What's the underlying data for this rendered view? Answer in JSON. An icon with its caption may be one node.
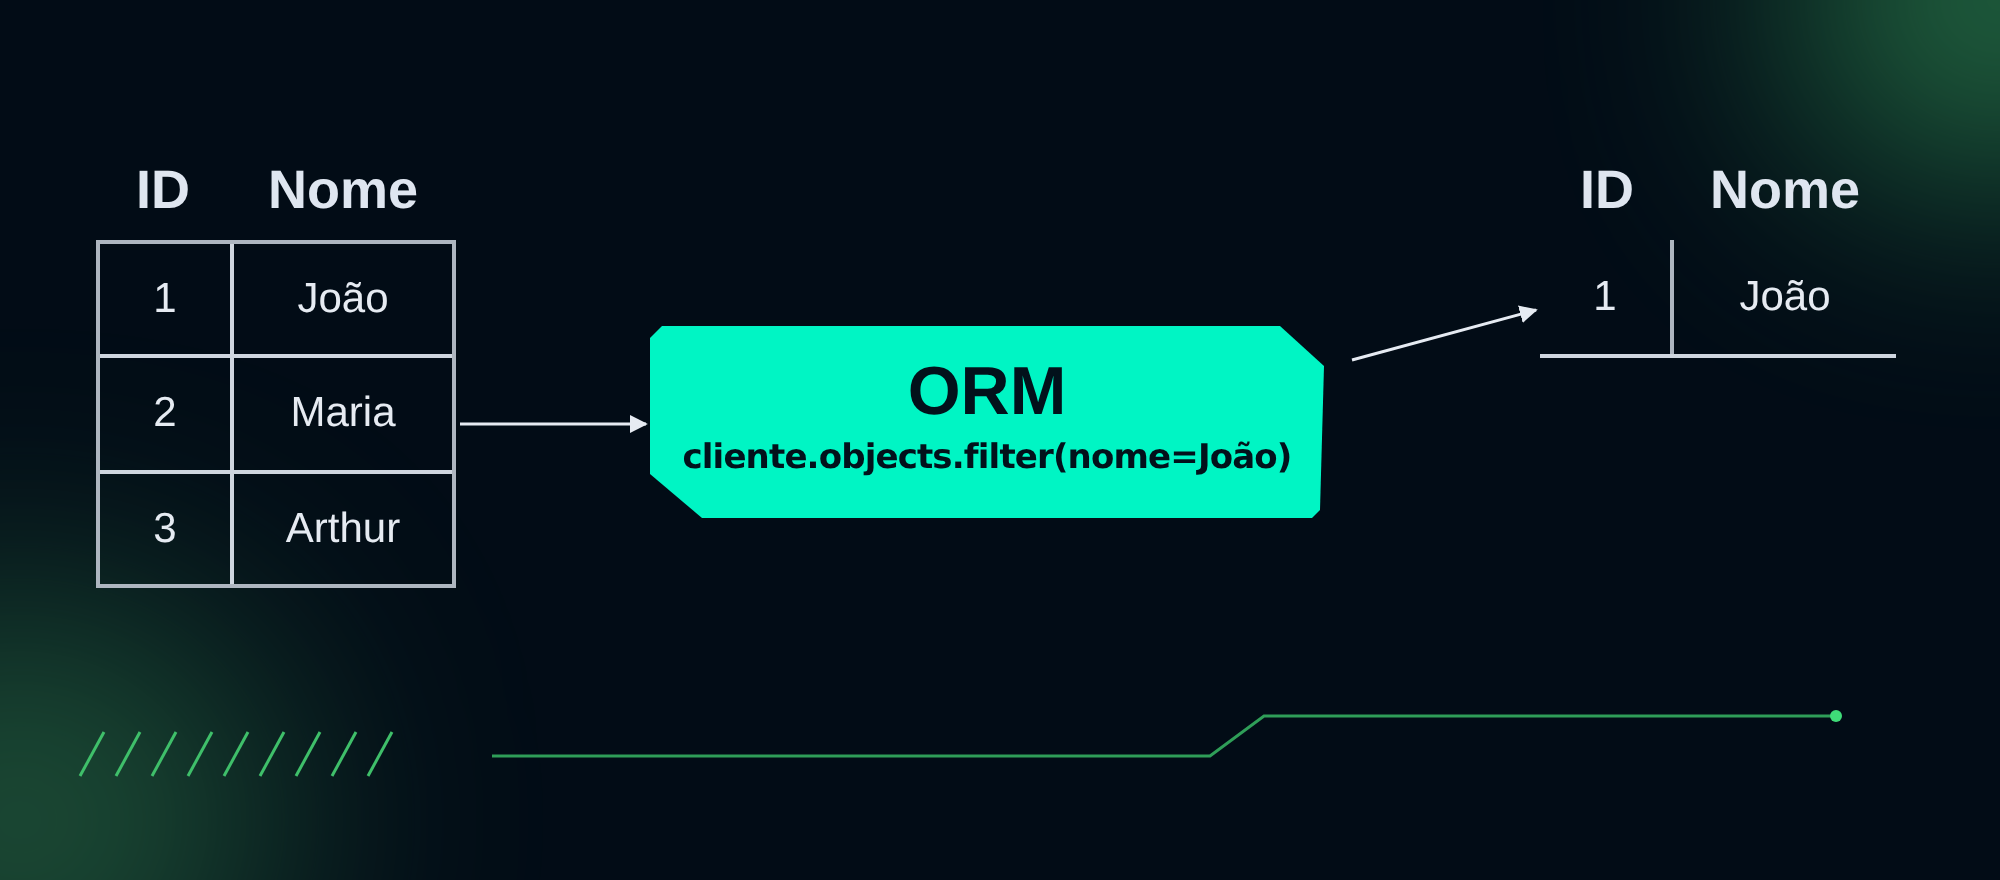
{
  "diagram": {
    "nodes": [
      {
        "text": [
          "ID",
          "Nome",
          "1",
          "João",
          "2",
          "Maria",
          "3",
          "Arthur"
        ]
      },
      {
        "text": [
          "ORM",
          "cliente.objects.filter(nome=João)"
        ]
      },
      {
        "text": [
          "ID",
          "Nome",
          "1",
          "João"
        ]
      }
    ],
    "edges": [
      {
        "from": 0,
        "to": 1,
        "arrow": "to"
      },
      {
        "from": 1,
        "to": 2,
        "arrow": "to"
      }
    ]
  }
}
